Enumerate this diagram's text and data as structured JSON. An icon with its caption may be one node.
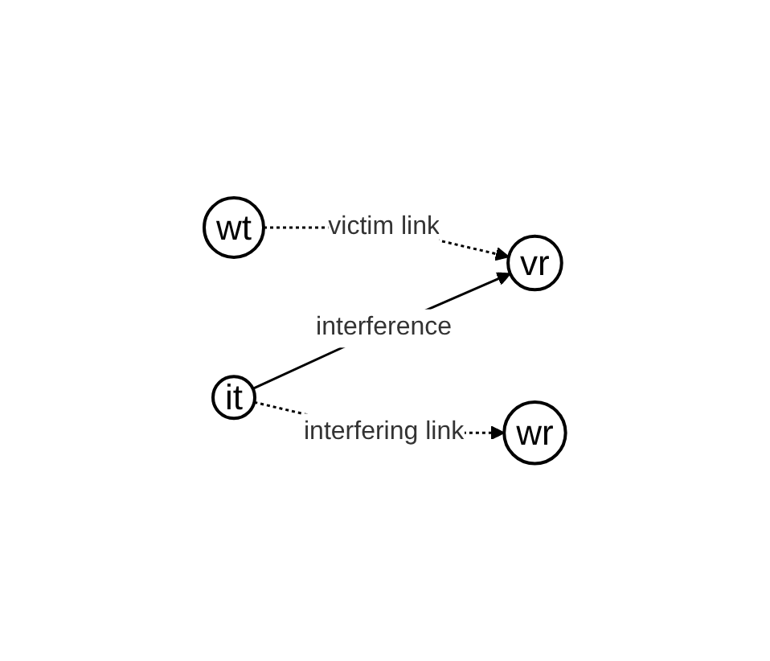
{
  "diagram": {
    "nodes": [
      {
        "text": [
          "wt"
        ]
      },
      {
        "text": [
          "vr"
        ]
      },
      {
        "text": [
          "it"
        ]
      },
      {
        "text": [
          "wr"
        ]
      }
    ],
    "edges": [
      {
        "from": 0,
        "to": 1,
        "arrow": "to",
        "style": "dashed",
        "label": "victim link"
      },
      {
        "from": 2,
        "to": 1,
        "arrow": "to",
        "label": "interference"
      },
      {
        "from": 2,
        "to": 3,
        "arrow": "to",
        "style": "dashed",
        "label": "interfering link"
      }
    ]
  }
}
